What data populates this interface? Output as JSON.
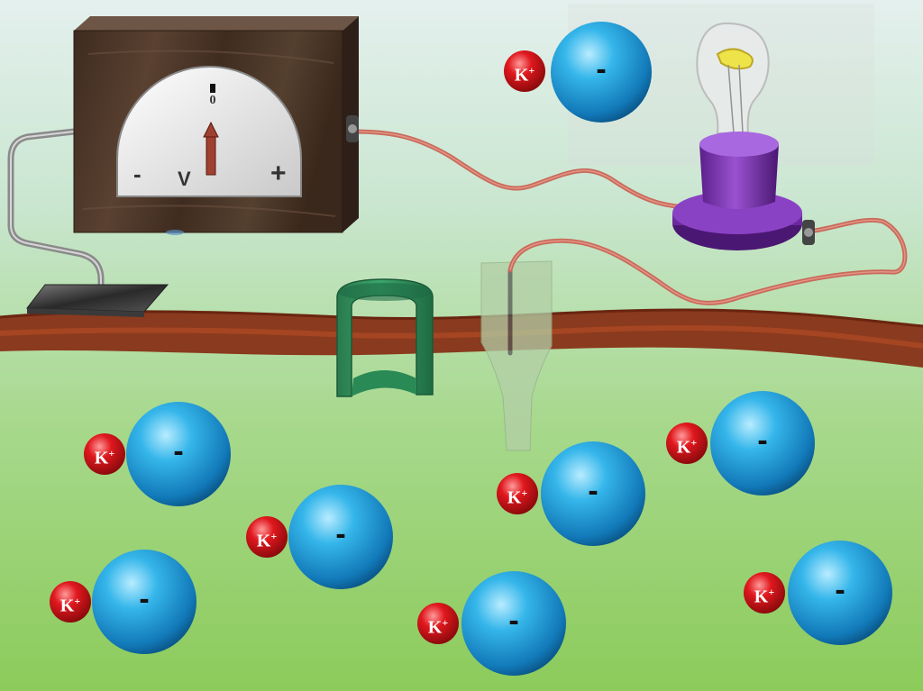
{
  "voltmeter": {
    "zero_label": "0",
    "minus_label": "-",
    "unit_label": "V",
    "plus_label": "+"
  },
  "ions": [
    {
      "cation_label": "K",
      "cation_sup": "+",
      "anion_label": "-"
    },
    {
      "cation_label": "K",
      "cation_sup": "+",
      "anion_label": "-"
    },
    {
      "cation_label": "K",
      "cation_sup": "+",
      "anion_label": "-"
    },
    {
      "cation_label": "K",
      "cation_sup": "+",
      "anion_label": "-"
    },
    {
      "cation_label": "K",
      "cation_sup": "+",
      "anion_label": "-"
    },
    {
      "cation_label": "K",
      "cation_sup": "+",
      "anion_label": "-"
    },
    {
      "cation_label": "K",
      "cation_sup": "+",
      "anion_label": "-"
    },
    {
      "cation_label": "K",
      "cation_sup": "+",
      "anion_label": "-"
    }
  ],
  "colors": {
    "membrane": "#8a3a1e",
    "channel": "#2e8a5a",
    "anion": "#1f9fd8",
    "cation": "#d8141a",
    "wire": "#d46a5e",
    "bulb_base": "#7b2fb0",
    "meter_box": "#4a3526"
  }
}
